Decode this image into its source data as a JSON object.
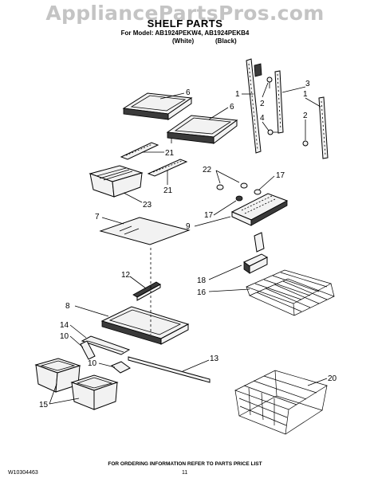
{
  "watermark": "AppliancePartsPros.com",
  "header": {
    "title": "SHELF PARTS",
    "model_line": "For Model: AB1924PEKW4, AB1924PEKB4",
    "variant_white": "(White)",
    "variant_black": "(Black)"
  },
  "callouts": {
    "c1a": "1",
    "c1b": "1",
    "c2a": "2",
    "c2b": "2",
    "c3": "3",
    "c4": "4",
    "c6a": "6",
    "c6b": "6",
    "c7": "7",
    "c8": "8",
    "c9": "9",
    "c10a": "10",
    "c10b": "10",
    "c12": "12",
    "c13": "13",
    "c14": "14",
    "c15": "15",
    "c16": "16",
    "c17a": "17",
    "c17b": "17",
    "c18": "18",
    "c20": "20",
    "c21a": "21",
    "c21b": "21",
    "c22": "22",
    "c23": "23"
  },
  "footer": {
    "ordering_note": "FOR ORDERING INFORMATION REFER TO PARTS PRICE LIST",
    "doc_number": "W10304463",
    "page_number": "11"
  }
}
